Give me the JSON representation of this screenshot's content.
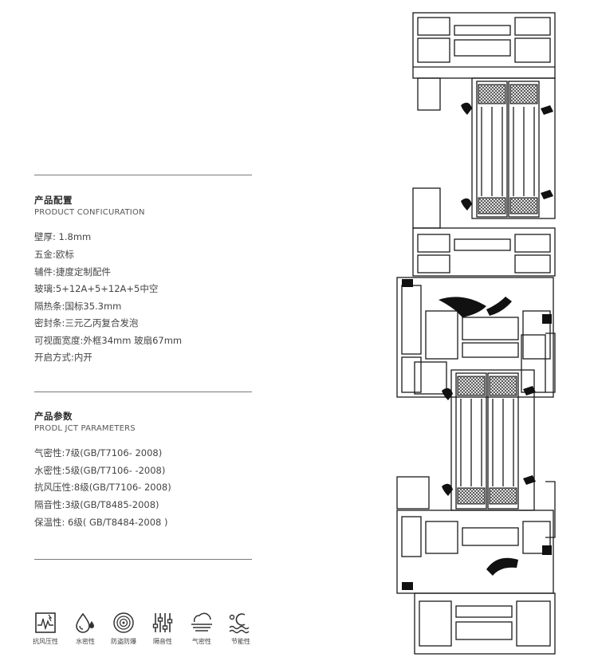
{
  "config": {
    "title": "产品配置",
    "subtitle": "PRODUCT CONFICURATION",
    "items": [
      "壁厚: 1.8mm",
      "五金:欧标",
      "辅件:捷度定制配件",
      "玻璃:5+12A+5+12A+5中空",
      "隔热条:国标35.3mm",
      "密封条:三元乙丙复合发泡",
      "可视面宽度:外框34mm 玻扇67mm",
      "开启方式:内开"
    ]
  },
  "params": {
    "title": "产品参数",
    "subtitle": "PRODL JCT PARAMETERS",
    "items": [
      "气密性:7级(GB/T7106- 2008)",
      "水密性:5级(GB/T7106- -2008)",
      "抗风压性:8级(GB/T7106- 2008)",
      "隔音性:3级(GB/T8485-2008)",
      "保温性: 6级( GB/T8484-2008 )"
    ]
  },
  "features": [
    {
      "icon": "wind-pressure-icon",
      "label": "抗风压性"
    },
    {
      "icon": "water-drop-icon",
      "label": "水密性"
    },
    {
      "icon": "anti-theft-icon",
      "label": "防盗防爆"
    },
    {
      "icon": "sound-insulation-icon",
      "label": "隔音性"
    },
    {
      "icon": "airtight-icon",
      "label": "气密性"
    },
    {
      "icon": "energy-saving-icon",
      "label": "节能性"
    }
  ],
  "colors": {
    "line": "#7a7a7a",
    "text": "#3a3a3a",
    "drawing": "#111111"
  }
}
